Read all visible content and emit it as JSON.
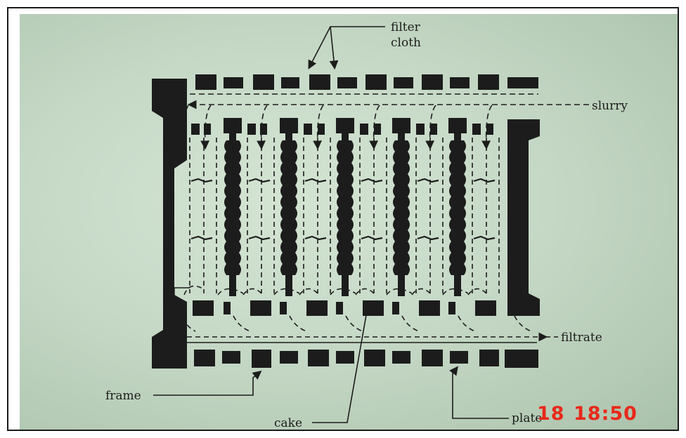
{
  "diagram": {
    "labels": {
      "filter_cloth_1": "filter",
      "filter_cloth_2": "cloth",
      "slurry": "slurry",
      "filtrate": "filtrate",
      "frame": "frame",
      "cake": "cake",
      "plate": "plate"
    }
  },
  "photo_overlay": {
    "timestamp_day": "18",
    "timestamp_time": "18:50",
    "timestamp_color": "#e8281a"
  },
  "colors": {
    "ink": "#1c1c1c",
    "paper": "#c6d9c7"
  }
}
